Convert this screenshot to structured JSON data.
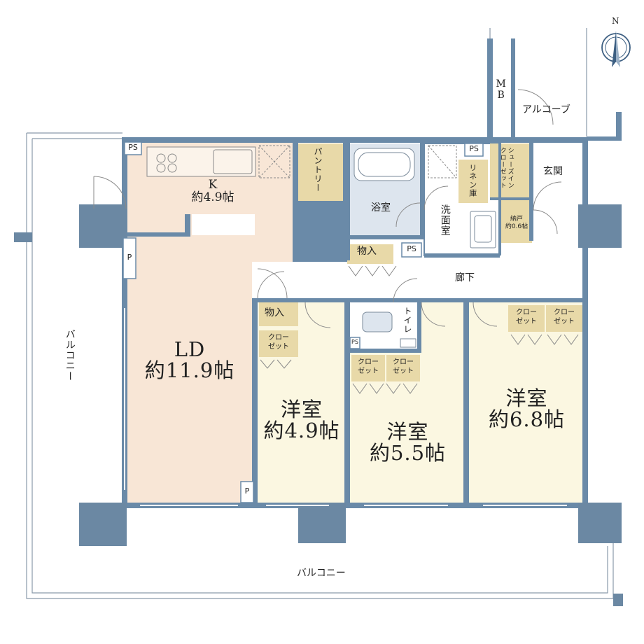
{
  "compass": {
    "label": "N"
  },
  "colors": {
    "wall": "#6a8aa8",
    "column": "#6b88a3",
    "ldk": "#f8e6d6",
    "bedroom": "#fbf7e1",
    "storage": "#e8d9a8",
    "bath": "#dde5ee",
    "corridor": "#ffffff"
  },
  "rooms": {
    "kitchen": {
      "name": "K",
      "size": "約4.9帖"
    },
    "ld": {
      "name": "LD",
      "size": "約11.9帖"
    },
    "bed1": {
      "name": "洋室",
      "size": "約4.9帖"
    },
    "bed2": {
      "name": "洋室",
      "size": "約5.5帖"
    },
    "bed3": {
      "name": "洋室",
      "size": "約6.8帖"
    },
    "bath": {
      "name": "浴室"
    },
    "washroom": {
      "name": "洗面室"
    },
    "toilet": {
      "name": "トイレ"
    },
    "corridor": {
      "name": "廊下"
    },
    "entrance": {
      "name": "玄関"
    },
    "alcove": {
      "name": "アルコーブ"
    },
    "pantry": {
      "name": "パントリー"
    },
    "linen": {
      "name": "リネン庫"
    },
    "shoes_closet": {
      "name": "シューズイン\nクローゼット"
    },
    "nando": {
      "name": "納戸",
      "size": "約0.6帖"
    },
    "storage_top": {
      "name": "物入"
    },
    "storage_ld": {
      "name": "物入"
    },
    "closet_ld": {
      "name": "クロー\nゼット"
    },
    "closet_b2a": {
      "name": "クロー\nゼット"
    },
    "closet_b2b": {
      "name": "クロー\nゼット"
    },
    "closet_b3a": {
      "name": "クロー\nゼット"
    },
    "closet_b3b": {
      "name": "クロー\nゼット"
    }
  },
  "labels": {
    "ps_kitchen": "PS",
    "ps_wash": "PS",
    "ps_corridor": "PS",
    "ps_toilet": "PS",
    "p_left": "P",
    "p_bottom": "P",
    "mb": "MB",
    "balcony_left": "バルコニー",
    "balcony_bottom": "バルコニー"
  }
}
